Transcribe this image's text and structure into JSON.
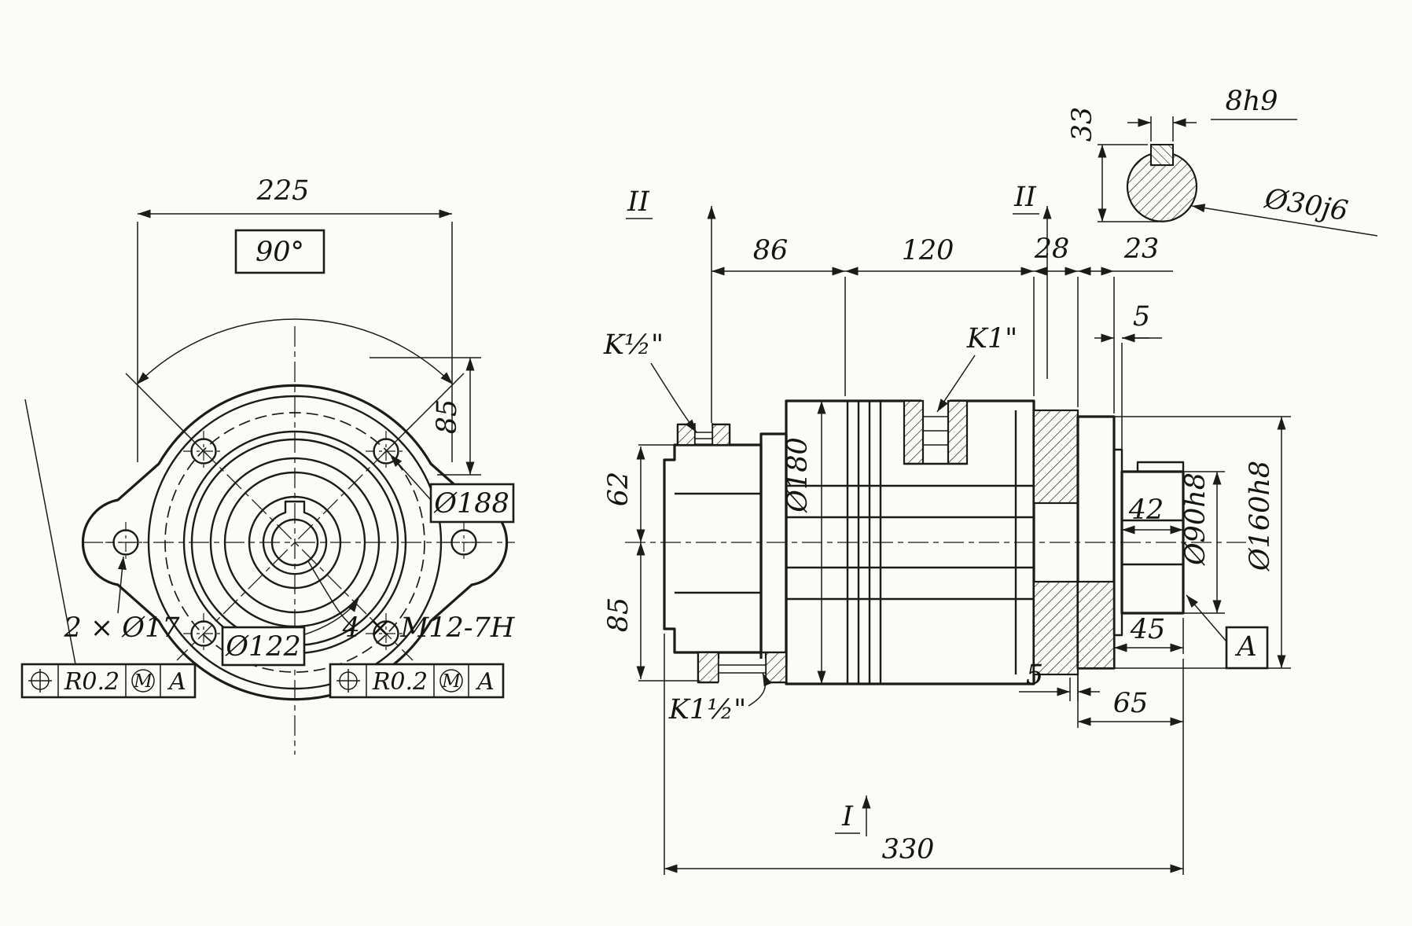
{
  "front": {
    "width": "225",
    "angle": "90°",
    "height": "85",
    "bolt_circle": "Ø188",
    "hub": "Ø122",
    "holes_note": "2 × Ø17",
    "threads_note": "4 × M12-7H",
    "fcf_left": {
      "symbol": "position-tolerance",
      "tol": "R0.2",
      "mod": "M",
      "datum": "A"
    },
    "fcf_right": {
      "symbol": "position-tolerance",
      "tol": "R0.2",
      "mod": "M",
      "datum": "A"
    }
  },
  "section": {
    "mark_ii": "II",
    "mark_i": "I",
    "d86": "86",
    "d120": "120",
    "d28": "28",
    "d23": "23",
    "d5_top": "5",
    "port_half": "K½\"",
    "port_one": "K1\"",
    "port_one_half": "K1½\"",
    "d62": "62",
    "d85": "85",
    "d180": "Ø180",
    "d90": "Ø90h8",
    "d160": "Ø160h8",
    "d42": "42",
    "d45": "45",
    "d5_bottom": "5",
    "d65": "65",
    "d330": "330",
    "datum": "A"
  },
  "detail": {
    "d33": "33",
    "key_width": "8h9",
    "shaft_dia": "Ø30j6"
  }
}
